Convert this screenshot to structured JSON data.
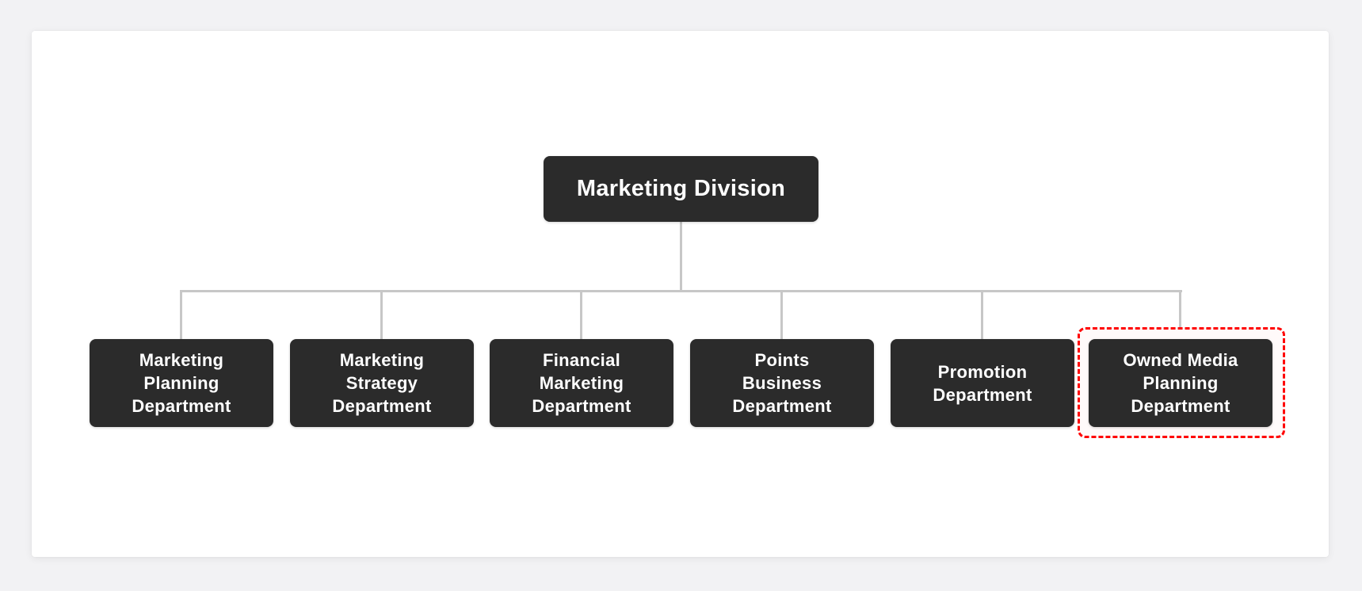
{
  "colors": {
    "page_background": "#f2f2f4",
    "card_background": "#ffffff",
    "node_background": "#2b2b2b",
    "node_text": "#ffffff",
    "connector": "#c7c7c7",
    "highlight_red": "#ff0000"
  },
  "org_chart": {
    "root": {
      "label": "Marketing Division"
    },
    "departments": [
      {
        "label": "Marketing Planning Department",
        "lines": [
          "Marketing",
          "Planning",
          "Department"
        ],
        "highlighted": false
      },
      {
        "label": "Marketing Strategy Department",
        "lines": [
          "Marketing",
          "Strategy",
          "Department"
        ],
        "highlighted": false
      },
      {
        "label": "Financial Marketing Department",
        "lines": [
          "Financial",
          "Marketing",
          "Department"
        ],
        "highlighted": false
      },
      {
        "label": "Points Business Department",
        "lines": [
          "Points",
          "Business",
          "Department"
        ],
        "highlighted": false
      },
      {
        "label": "Promotion Department",
        "lines": [
          "Promotion",
          "Department"
        ],
        "highlighted": false
      },
      {
        "label": "Owned Media Planning Department",
        "lines": [
          "Owned Media",
          "Planning",
          "Department"
        ],
        "highlighted": true
      }
    ]
  }
}
